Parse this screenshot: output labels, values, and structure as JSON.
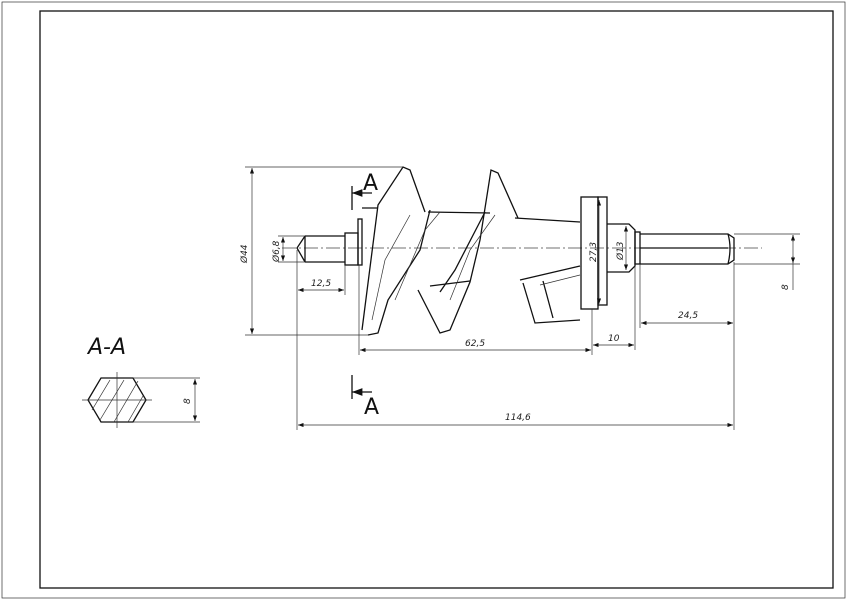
{
  "drawing": {
    "section_marker_top": "A",
    "section_marker_bottom": "A",
    "section_title": "A-A",
    "section_dim": "8",
    "dims": {
      "outer_diameter": "Ø44",
      "tip_diameter": "Ø6,8",
      "tip_length": "12,5",
      "screw_length": "62,5",
      "flange_length": "10",
      "shaft_length": "24,5",
      "flange_diameter": "27,3",
      "hub_diameter": "Ø13",
      "hex_size": "8",
      "total_length": "114,6"
    }
  }
}
